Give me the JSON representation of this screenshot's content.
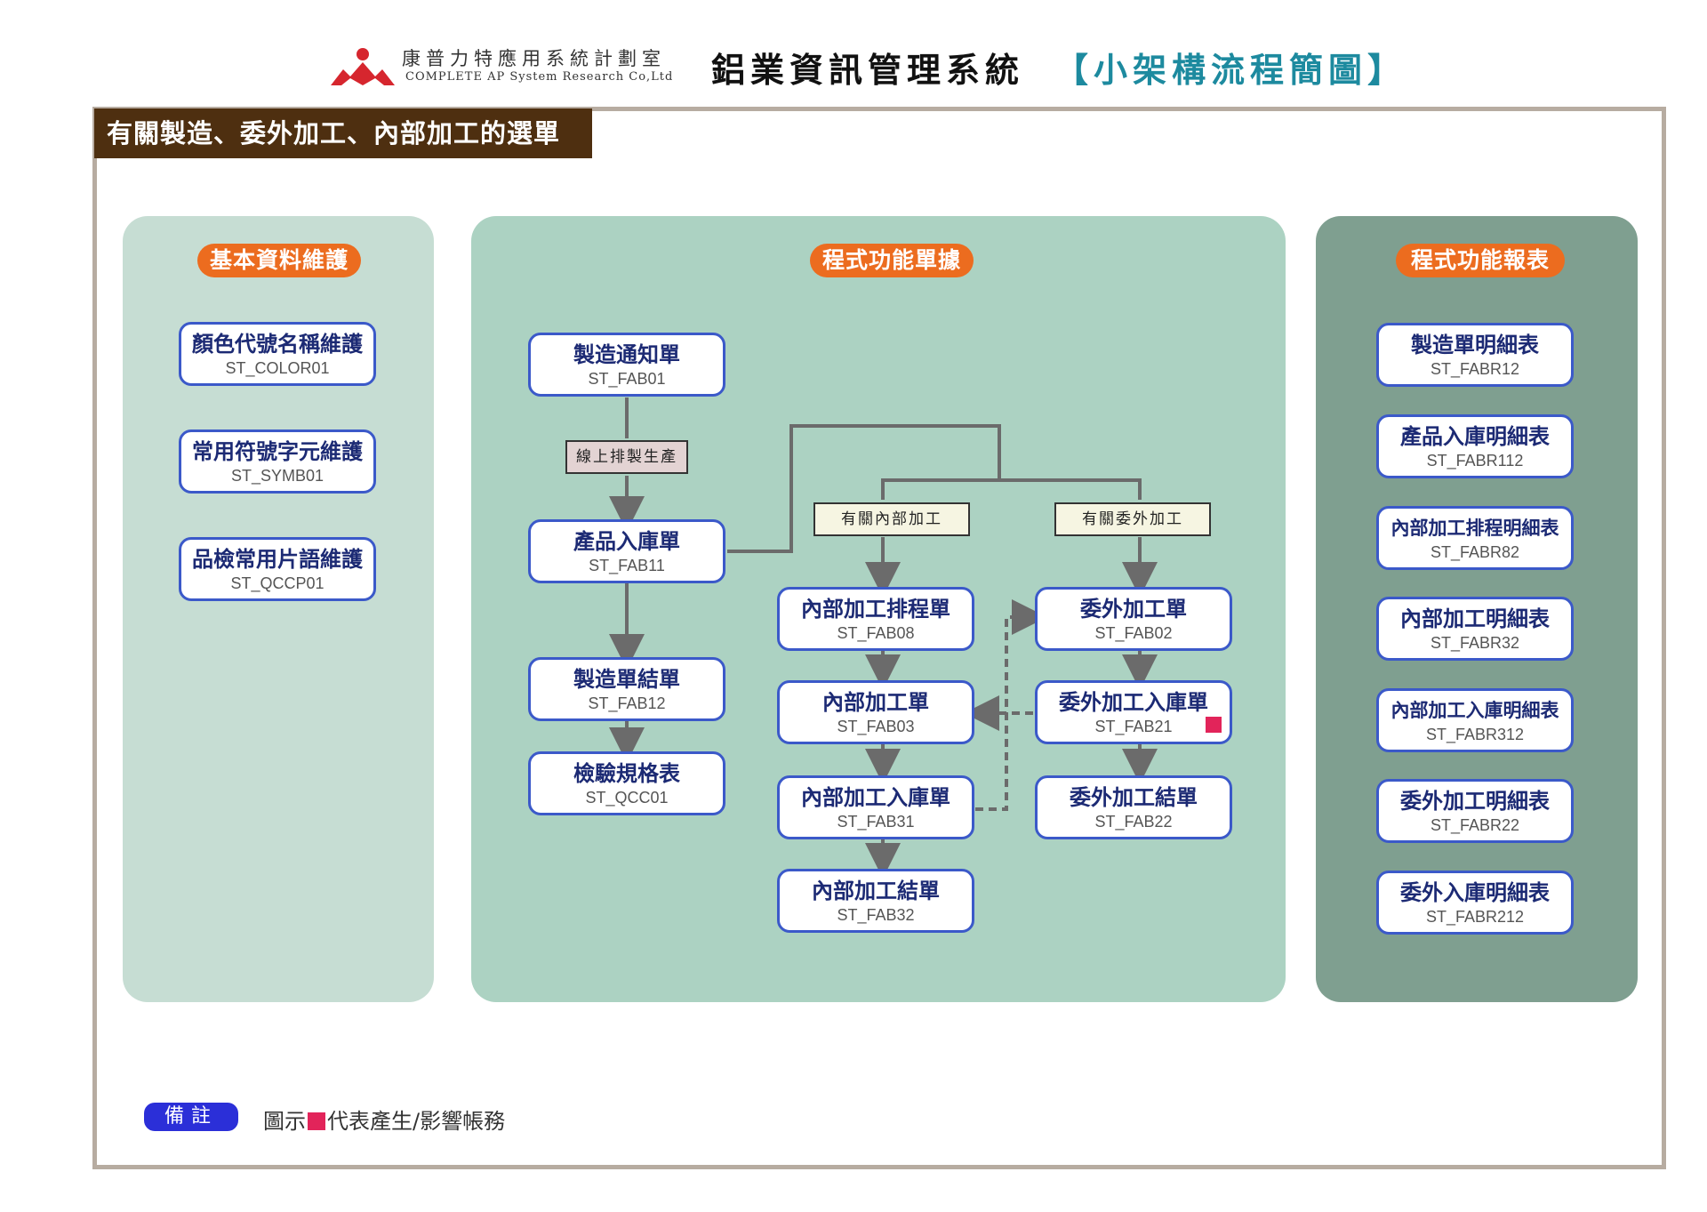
{
  "header": {
    "company_zh": "康普力特應用系統計劃室",
    "company_en": "COMPLETE AP System Research Co,Ltd",
    "system_title": "鋁業資訊管理系統",
    "system_subtitle": "【小架構流程簡圖】"
  },
  "section_title": "有關製造、委外加工、內部加工的選單",
  "panels": {
    "basic": {
      "title": "基本資料維護",
      "items": [
        {
          "zh": "顏色代號名稱維護",
          "code": "ST_COLOR01"
        },
        {
          "zh": "常用符號字元維護",
          "code": "ST_SYMB01"
        },
        {
          "zh": "品檢常用片語維護",
          "code": "ST_QCCP01"
        }
      ]
    },
    "docs": {
      "title": "程式功能單據",
      "items": [
        {
          "zh": "製造通知單",
          "code": "ST_FAB01"
        },
        {
          "zh": "產品入庫單",
          "code": "ST_FAB11"
        },
        {
          "zh": "製造單結單",
          "code": "ST_FAB12"
        },
        {
          "zh": "檢驗規格表",
          "code": "ST_QCC01"
        },
        {
          "zh": "內部加工排程單",
          "code": "ST_FAB08"
        },
        {
          "zh": "內部加工單",
          "code": "ST_FAB03"
        },
        {
          "zh": "內部加工入庫單",
          "code": "ST_FAB31"
        },
        {
          "zh": "內部加工結單",
          "code": "ST_FAB32"
        },
        {
          "zh": "委外加工單",
          "code": "ST_FAB02"
        },
        {
          "zh": "委外加工入庫單",
          "code": "ST_FAB21"
        },
        {
          "zh": "委外加工結單",
          "code": "ST_FAB22"
        }
      ],
      "labels": {
        "online": "線上排製生產",
        "internal": "有關內部加工",
        "outsource": "有關委外加工"
      }
    },
    "reports": {
      "title": "程式功能報表",
      "items": [
        {
          "zh": "製造單明細表",
          "code": "ST_FABR12"
        },
        {
          "zh": "產品入庫明細表",
          "code": "ST_FABR112"
        },
        {
          "zh": "內部加工排程明細表",
          "code": "ST_FABR82"
        },
        {
          "zh": "內部加工明細表",
          "code": "ST_FABR32"
        },
        {
          "zh": "內部加工入庫明細表",
          "code": "ST_FABR312"
        },
        {
          "zh": "委外加工明細表",
          "code": "ST_FABR22"
        },
        {
          "zh": "委外入庫明細表",
          "code": "ST_FABR212"
        }
      ]
    }
  },
  "note": {
    "badge": "備註",
    "prefix": "圖示",
    "text": "代表產生/影響帳務"
  },
  "colors": {
    "mark": "#e2245a",
    "node_border": "#3b59c9",
    "pill": "#ec6c1f"
  }
}
